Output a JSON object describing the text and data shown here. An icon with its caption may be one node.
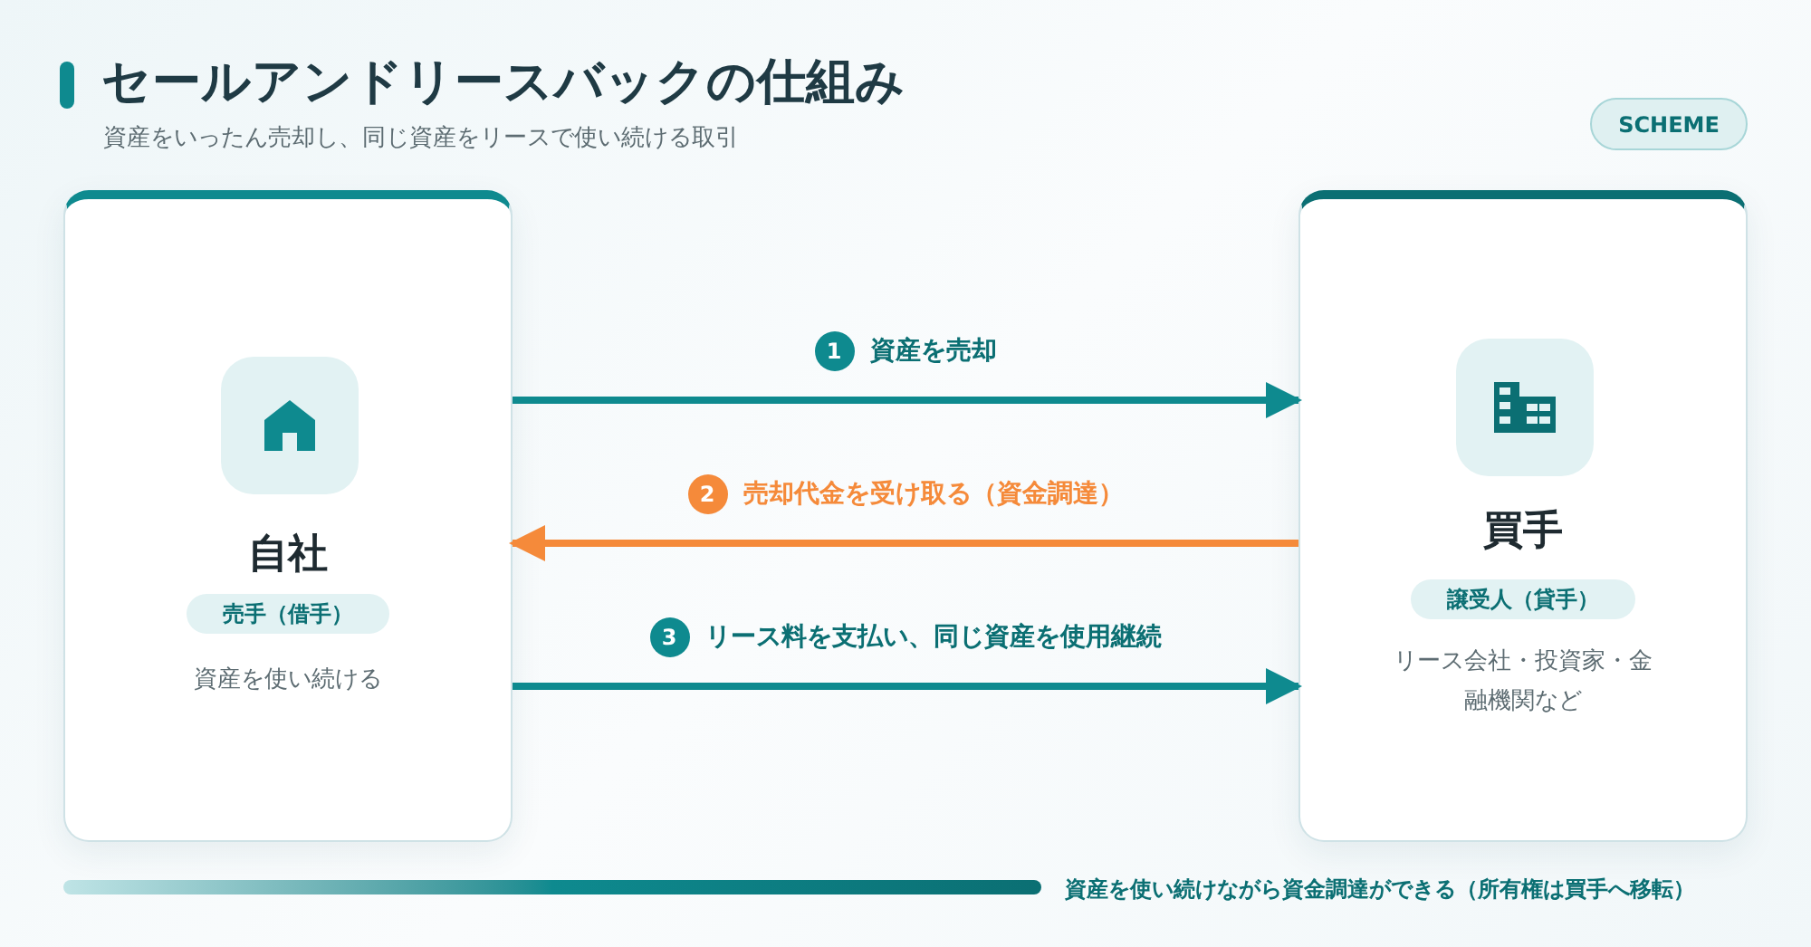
{
  "diagram": {
    "title": "セールアンドリースバックの仕組み",
    "nodes": [
      {
        "text": [
          "自社",
          "売手（借手）",
          "資産を使い続ける"
        ]
      },
      {
        "text": [
          "買手",
          "譲受人（貸手）",
          "リース会社・投資家・金融機関など"
        ]
      }
    ],
    "edges": [
      {
        "from": 0,
        "to": 1,
        "arrow": "to",
        "label": "資産を売却"
      },
      {
        "from": 1,
        "to": 0,
        "arrow": "to",
        "label": "売却代金を受け取る（資金調達）",
        "color": "#f58a3a"
      },
      {
        "from": 0,
        "to": 1,
        "arrow": "to",
        "label": "リース料を支払い、同じ資産を使用継続"
      }
    ],
    "labels": [
      "資産をいったん売却し、同じ資産をリースで使い続ける取引",
      "SCHEME",
      "1",
      "2",
      "3",
      "資産を使い続けながら資金調達ができる（所有権は買手へ移転）"
    ]
  }
}
